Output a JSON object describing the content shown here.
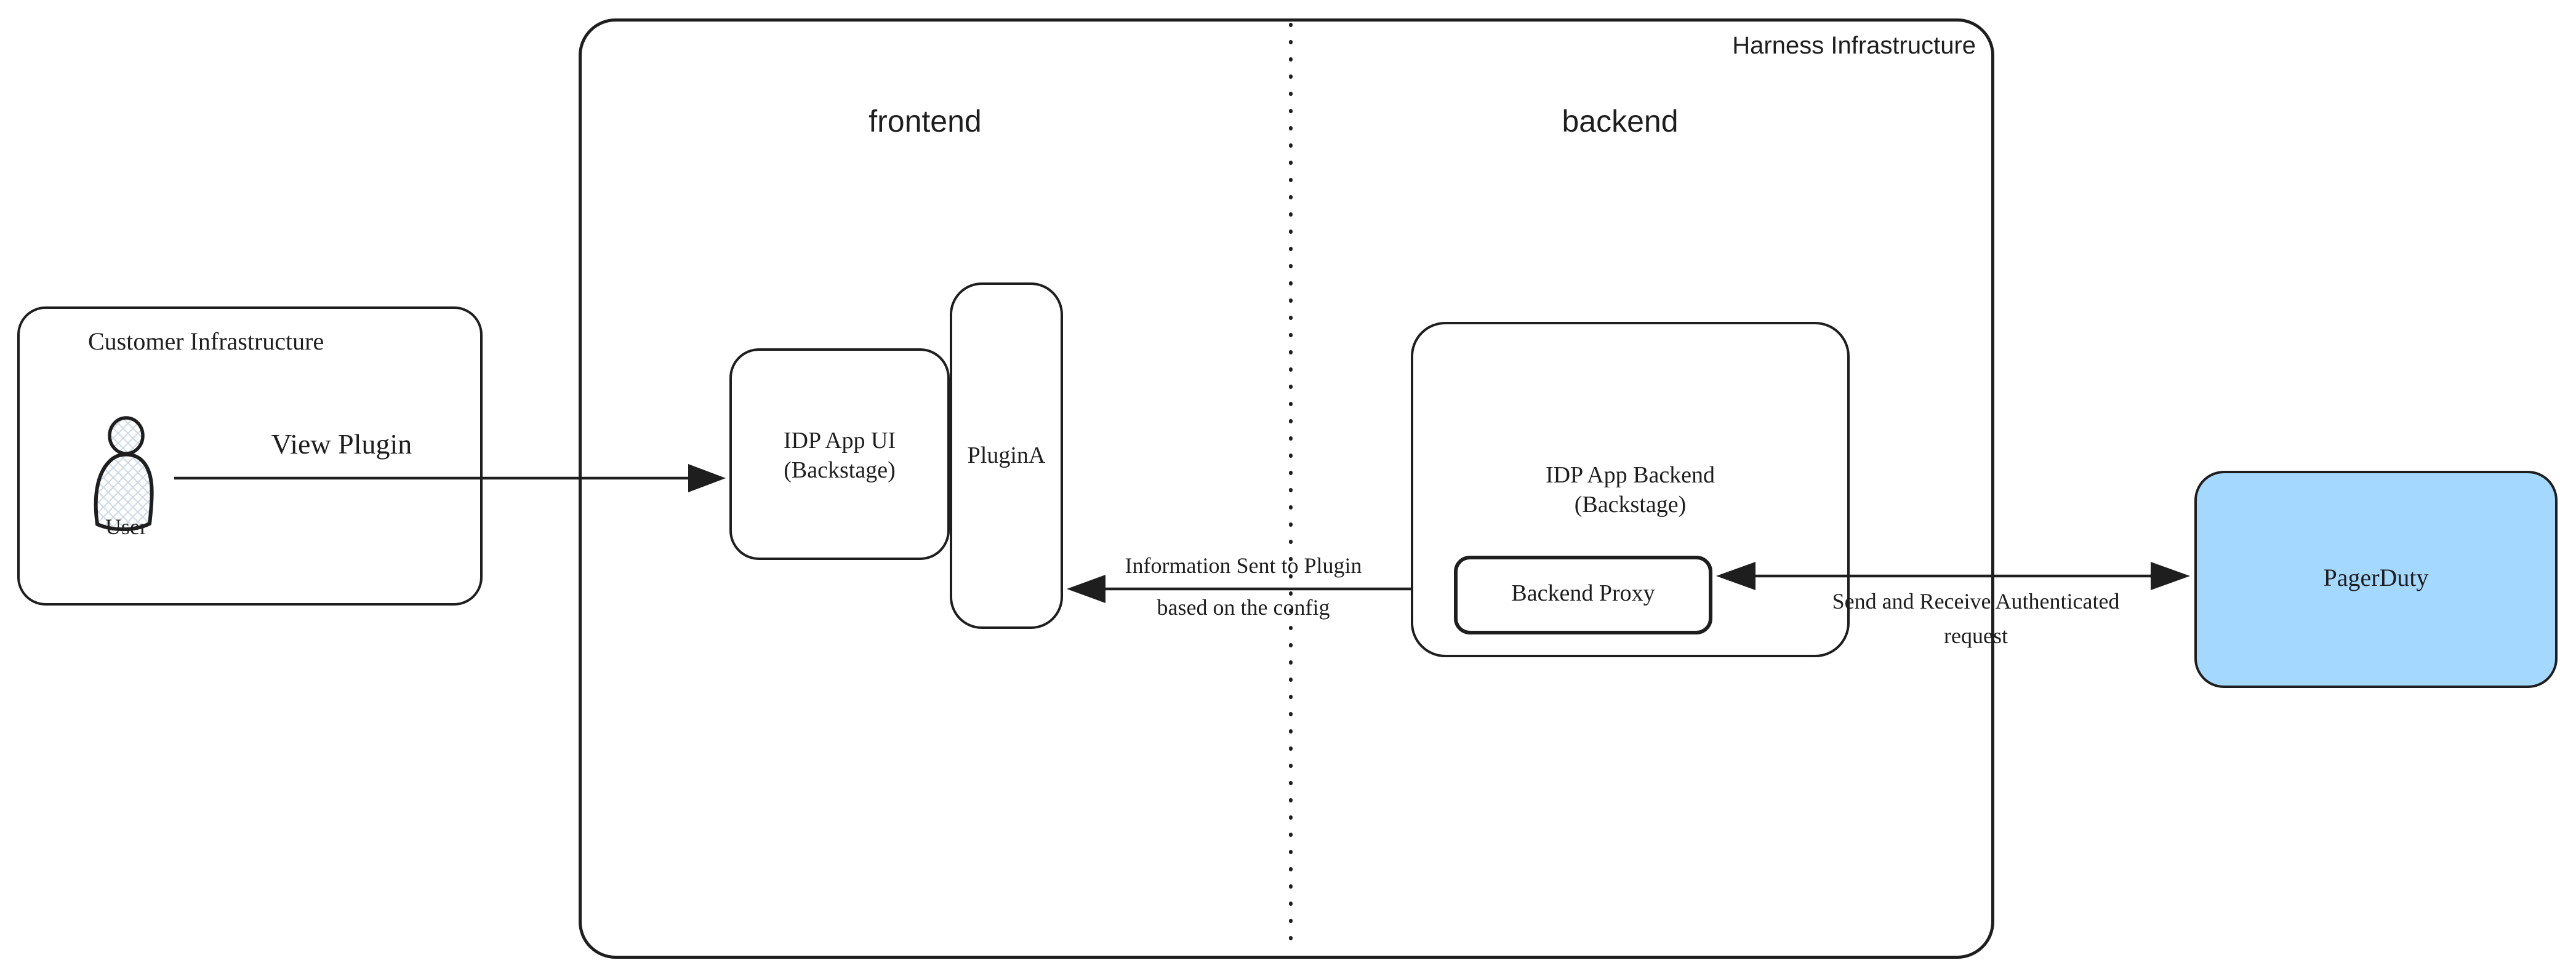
{
  "harness": {
    "label": "Harness Infrastructure",
    "frontend_label": "frontend",
    "backend_label": "backend"
  },
  "customer": {
    "label": "Customer Infrastructure",
    "user_label": "User"
  },
  "nodes": {
    "idp_app_ui": {
      "line1": "IDP App UI",
      "line2": "(Backstage)"
    },
    "plugin_a": {
      "label": "PluginA"
    },
    "idp_app_backend": {
      "line1": "IDP App Backend",
      "line2": "(Backstage)"
    },
    "backend_proxy": {
      "label": "Backend Proxy"
    },
    "pagerduty": {
      "label": "PagerDuty"
    }
  },
  "edges": {
    "view_plugin": {
      "label": "View Plugin"
    },
    "info_to_plugin": {
      "line1": "Information Sent to Plugin",
      "line2": "based on the config"
    },
    "authenticated": {
      "line1": "Send and Receive Authenticated",
      "line2": "request"
    }
  },
  "colors": {
    "stroke": "#1e1e1e",
    "pagerduty_fill": "#a5d8ff",
    "hatch": "#ccd9e3",
    "background": "#ffffff"
  }
}
